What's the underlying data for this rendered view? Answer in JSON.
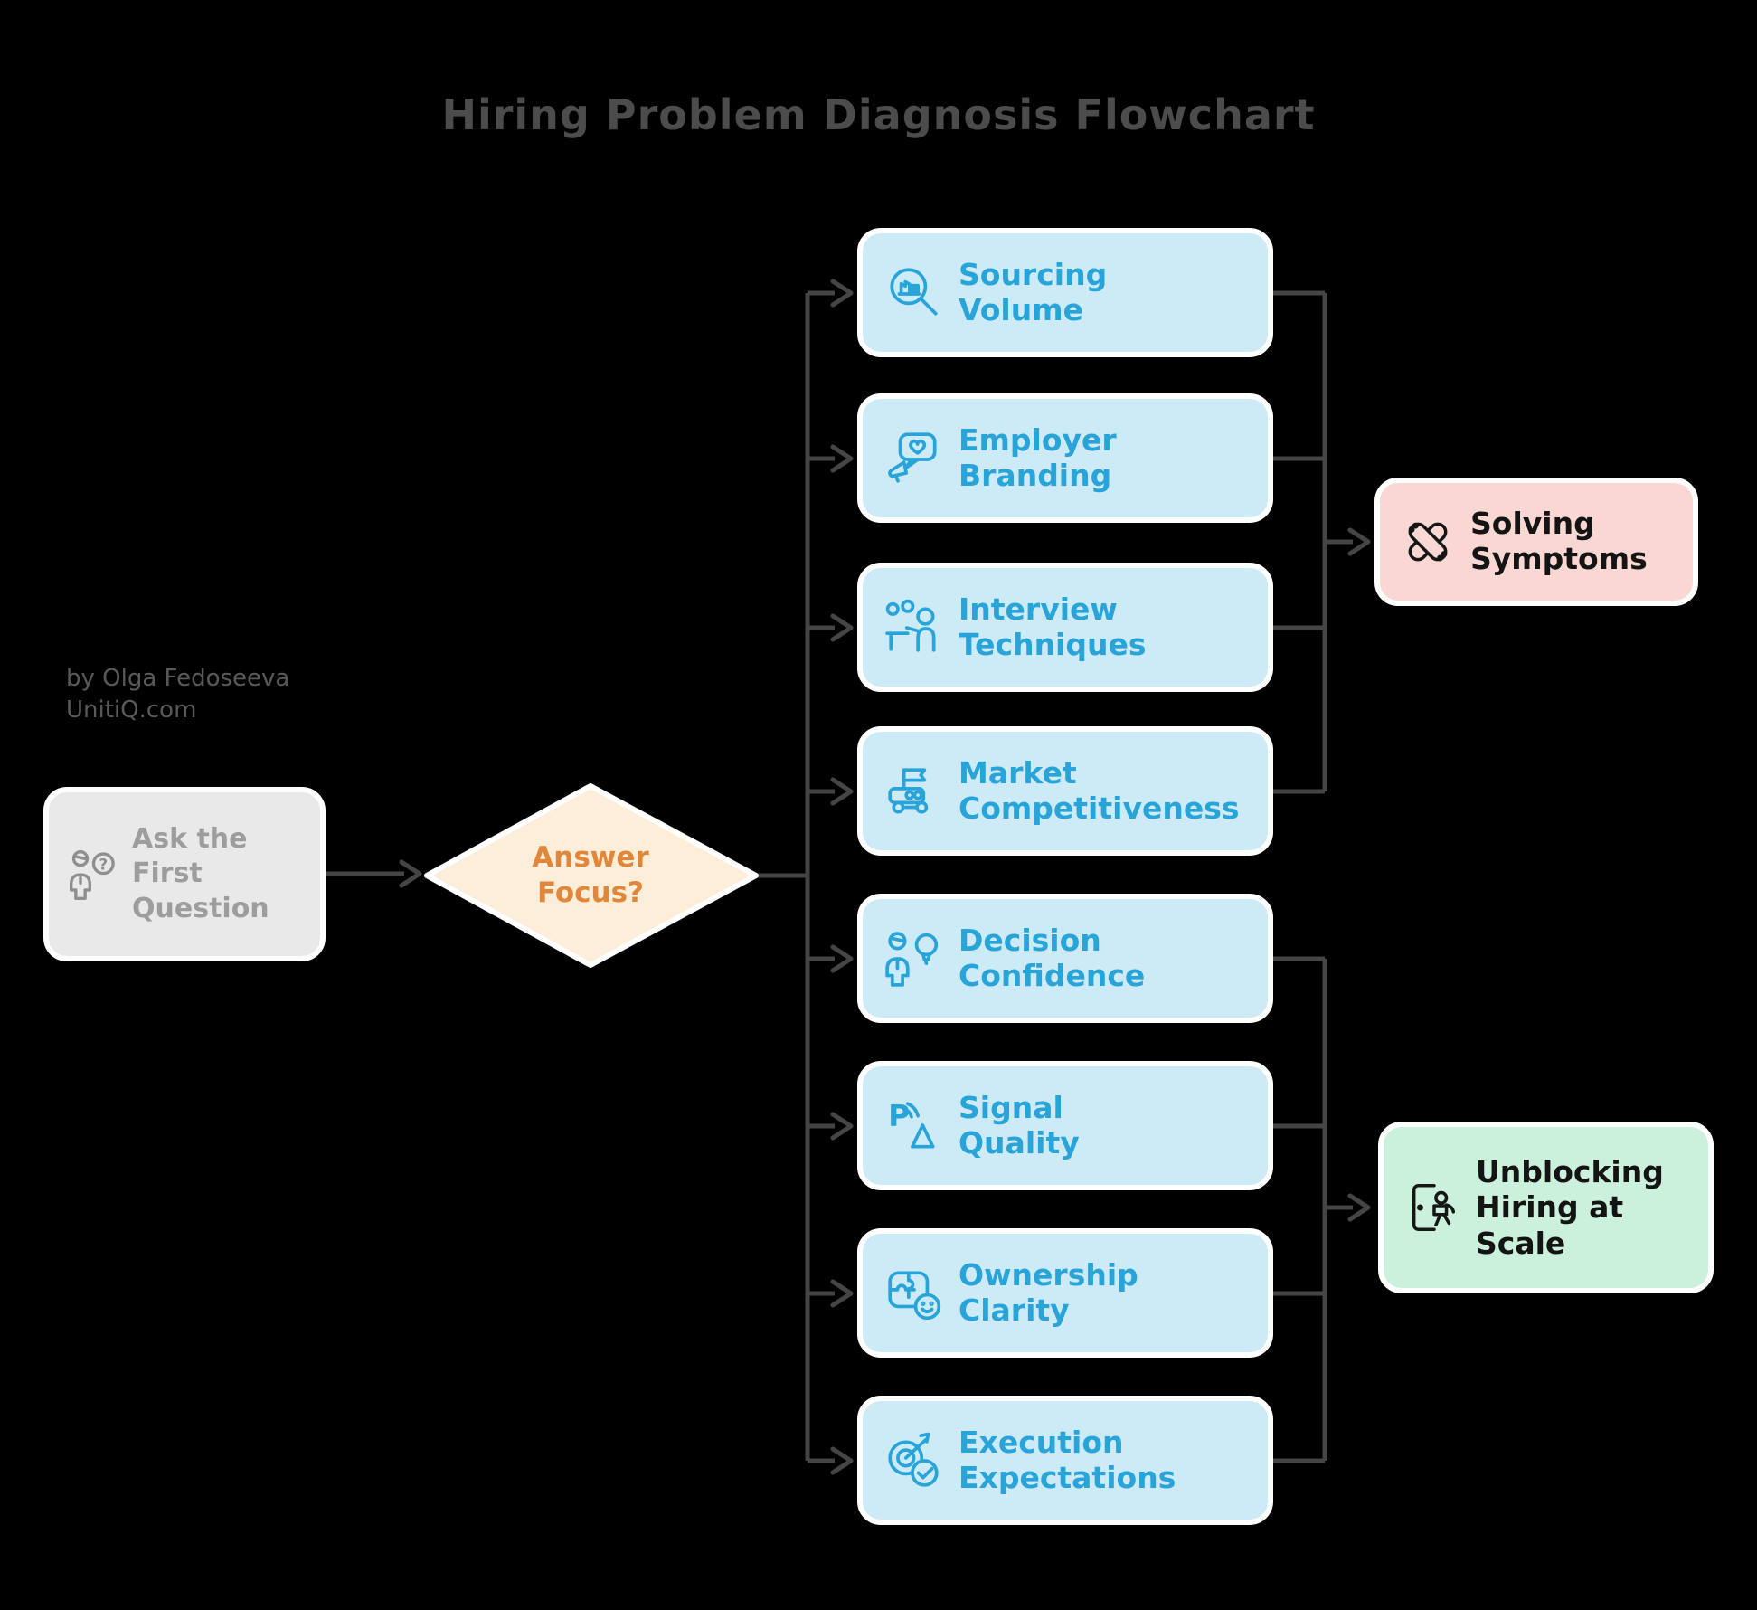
{
  "page": {
    "title": "Hiring Problem Diagnosis Flowchart",
    "credit": "by Olga Fedoseeva\nUnitiQ.com"
  },
  "start": {
    "label": "Ask the\nFirst\nQuestion",
    "icon": "person-question-icon"
  },
  "decision": {
    "label": "Answer\nFocus?"
  },
  "branches": [
    {
      "label": "Sourcing\nVolume",
      "icon": "magnifier-building-icon",
      "leads_to": "Solving Symptoms"
    },
    {
      "label": "Employer\nBranding",
      "icon": "megaphone-heart-bubble-icon",
      "leads_to": "Solving Symptoms"
    },
    {
      "label": "Interview\nTechniques",
      "icon": "presenter-audience-icon",
      "leads_to": "Solving Symptoms"
    },
    {
      "label": "Market\nCompetitiveness",
      "icon": "truck-flag-icon",
      "leads_to": "Solving Symptoms"
    },
    {
      "label": "Decision\nConfidence",
      "icon": "person-lightbulb-icon",
      "leads_to": "Unblocking Hiring at Scale"
    },
    {
      "label": "Signal\nQuality",
      "icon": "antenna-signal-icon",
      "leads_to": "Unblocking Hiring at Scale"
    },
    {
      "label": "Ownership\nClarity",
      "icon": "puzzle-smiley-icon",
      "leads_to": "Unblocking Hiring at Scale"
    },
    {
      "label": "Execution\nExpectations",
      "icon": "target-check-icon",
      "leads_to": "Unblocking Hiring at Scale"
    }
  ],
  "outcomes": [
    {
      "label": "Solving\nSymptoms",
      "icon": "crossed-bandages-icon"
    },
    {
      "label": "Unblocking\nHiring at\nScale",
      "icon": "door-exit-icon"
    }
  ],
  "colors": {
    "background": "#000000",
    "title_text": "#4c4c4c",
    "credit_text": "#595959",
    "start_fill": "#e9e9e9",
    "start_text": "#9d9d9d",
    "decision_fill": "#fdeeda",
    "decision_text": "#e0873c",
    "branch_fill": "#cdeaf7",
    "branch_text": "#29a4d9",
    "outcome_symptoms_fill": "#f9d7d3",
    "outcome_scale_fill": "#cbf1dc",
    "outcome_text": "#141414",
    "connector": "#454545"
  }
}
